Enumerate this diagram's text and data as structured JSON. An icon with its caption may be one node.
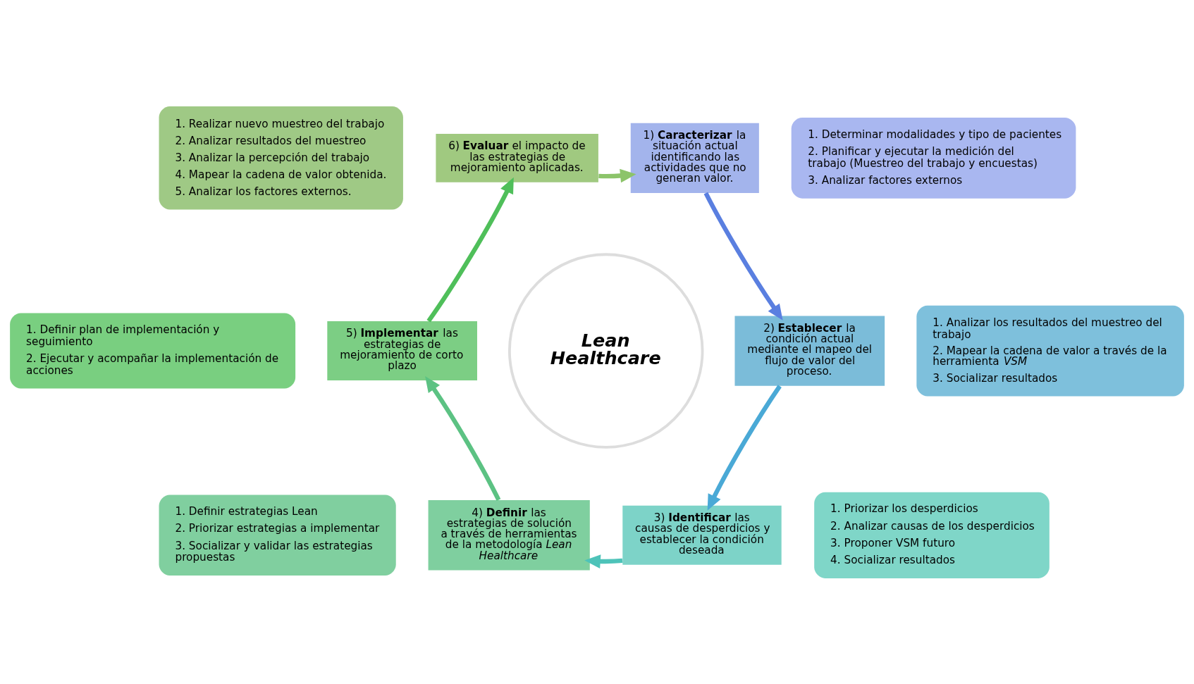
{
  "diagram": {
    "nodes": [
      {
        "text": [
          "*Lean Healthcare*"
        ]
      },
      {
        "text": [
          "1) **Caracterizar** la situación actual identificando las actividades que no generan valor."
        ]
      },
      {
        "text": [
          "2) **Establecer** la condición actual mediante el mapeo del flujo de valor del proceso."
        ]
      },
      {
        "text": [
          "3) **Identificar** las causas de desperdicios y establecer la condición deseada"
        ]
      },
      {
        "text": [
          "4) **Definir** las estrategias de solución a través de herramientas de la metodología *Lean Healthcare*"
        ]
      },
      {
        "text": [
          "5) **Implementar** las estrategias de mejoramiento de corto plazo"
        ]
      },
      {
        "text": [
          "6) **Evaluar** el impacto de las estrategias de mejoramiento aplicadas."
        ]
      },
      {
        "text": [
          "1. Determinar modalidades y tipo de pacientes",
          "2. Planificar y ejecutar la medición del trabajo (Muestreo del trabajo y encuestas)",
          "3. Analizar factores externos"
        ]
      },
      {
        "text": [
          "1. Analizar los resultados del muestreo del trabajo",
          "2. Mapear la cadena de valor a través de la herramienta *VSM*",
          "3. Socializar resultados"
        ]
      },
      {
        "text": [
          "1. Priorizar los desperdicios",
          "2. Analizar causas de los desperdicios",
          "3. Proponer VSM futuro",
          "4. Socializar resultados"
        ]
      },
      {
        "text": [
          "1. Definir estrategias Lean",
          "2. Priorizar estrategias a implementar",
          "3. Socializar y validar las estrategias propuestas"
        ]
      },
      {
        "text": [
          "1. Definir plan de implementación y seguimiento",
          "2. Ejecutar y acompañar la implementación de acciones"
        ]
      },
      {
        "text": [
          "1. Realizar nuevo muestreo del trabajo",
          "2. Analizar resultados del muestreo",
          "3. Analizar la percepción del trabajo",
          "4. Mapear la cadena de valor obtenida.",
          "5. Analizar los factores externos."
        ]
      }
    ],
    "edges": [
      {
        "from": 6,
        "to": 1,
        "arrow": "to",
        "color": "#8cc46a"
      },
      {
        "from": 1,
        "to": 2,
        "arrow": "to",
        "color": "#5a7fe0"
      },
      {
        "from": 2,
        "to": 3,
        "arrow": "to",
        "color": "#4aa9d6"
      },
      {
        "from": 3,
        "to": 4,
        "arrow": "to",
        "color": "#4ec3b9"
      },
      {
        "from": 4,
        "to": 5,
        "arrow": "to",
        "color": "#5cc283"
      },
      {
        "from": 5,
        "to": 6,
        "arrow": "to",
        "color": "#4fbf5a"
      }
    ]
  }
}
